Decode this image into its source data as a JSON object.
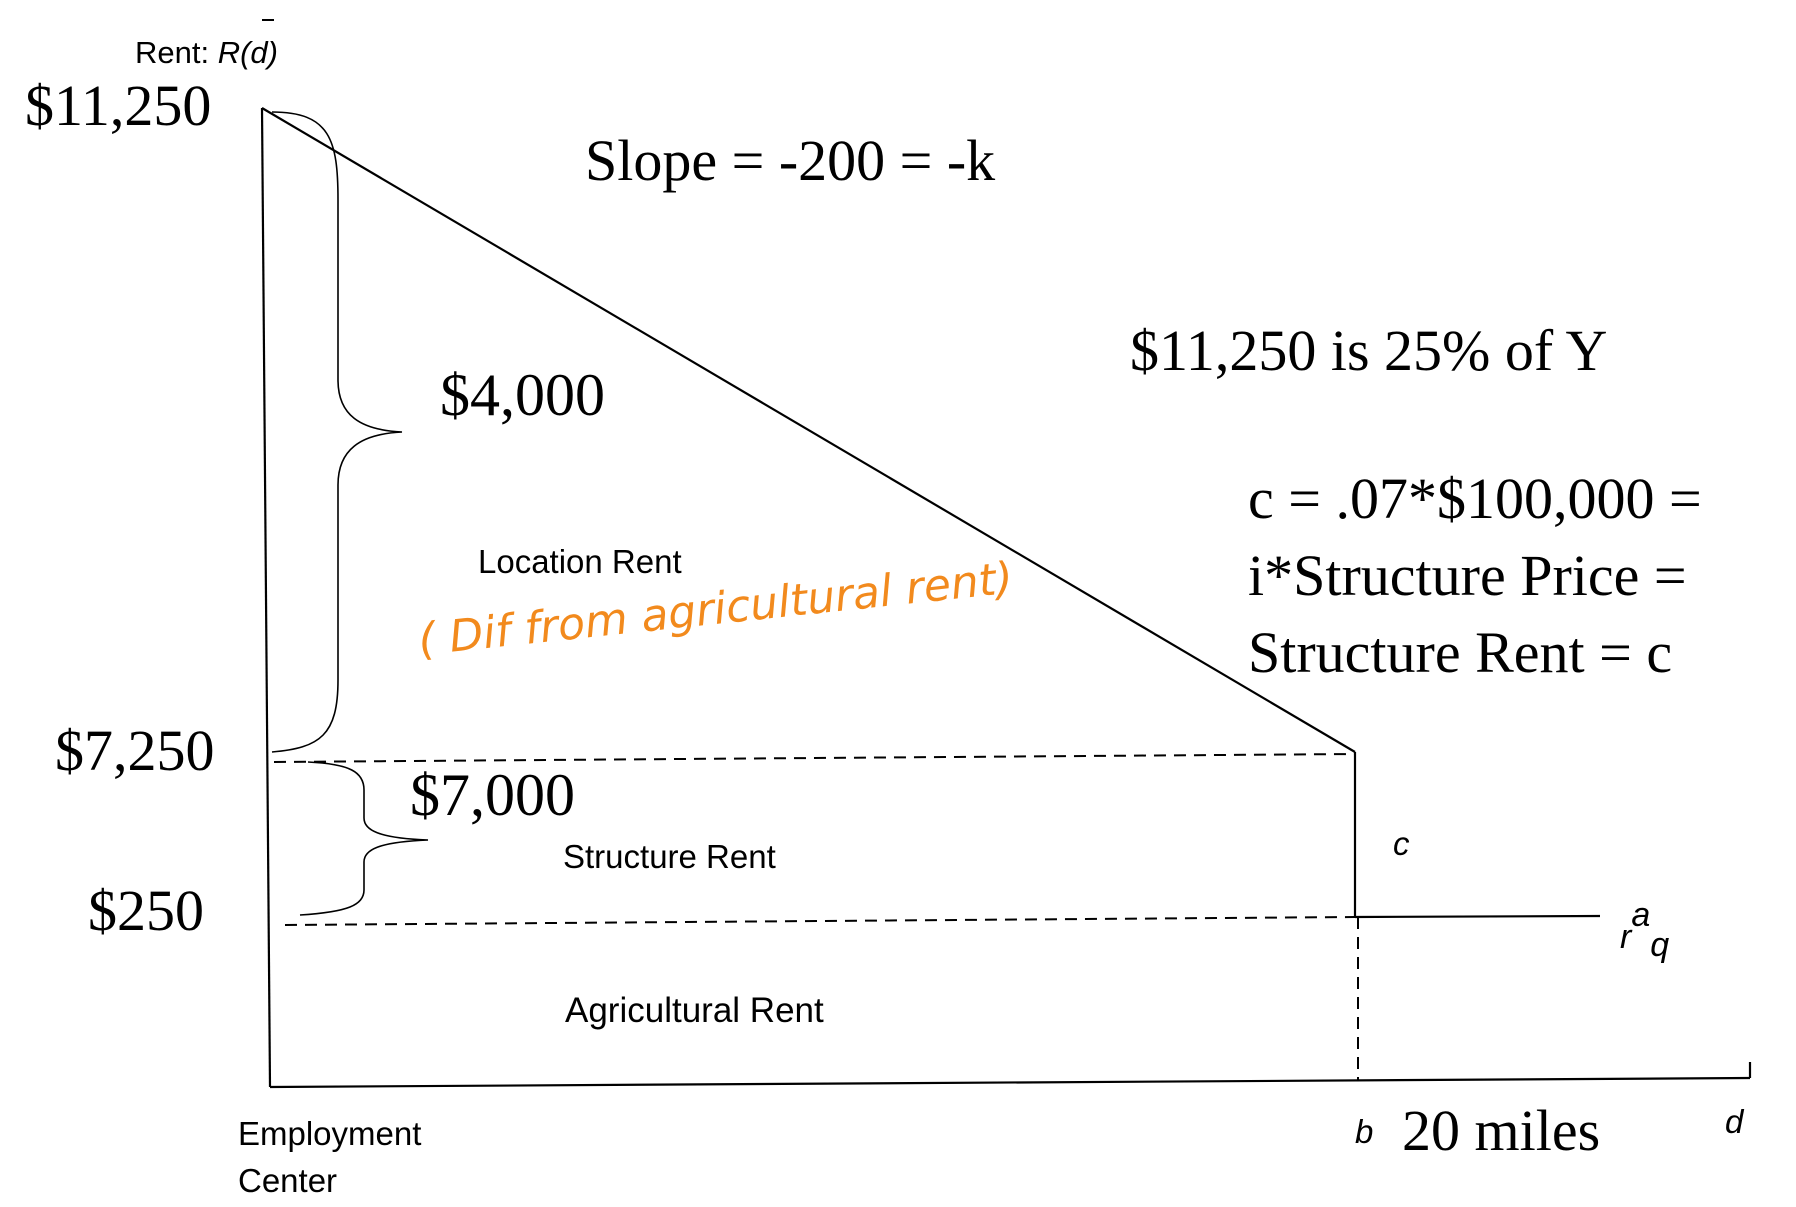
{
  "axis": {
    "y_label_prefix": "Rent: ",
    "y_label_func": "R(d)",
    "x_label": "d",
    "origin_label_line1": "Employment",
    "origin_label_line2": "Center",
    "b_label": "b",
    "b_distance": "20 miles"
  },
  "values": {
    "top_rent": "$11,250",
    "mid_rent": "$7,250",
    "low_rent": "$250",
    "location_rent_amount": "$4,000",
    "structure_rent_amount": "$7,000"
  },
  "areas": {
    "location_rent": "Location Rent",
    "structure_rent": "Structure Rent",
    "agricultural_rent": "Agricultural Rent"
  },
  "annotations": {
    "slope": "Slope = -200 = -k",
    "income_share": "$11,250 is 25% of Y",
    "c_line1": "c = .07*$100,000 =",
    "c_line2": "i*Structure Price =",
    "c_line3": "Structure Rent = c",
    "c_label": "c",
    "ra_base": "r",
    "ra_sup": "a",
    "ra_sub": "q",
    "handwritten_note": "( Dif from agricultural rent)"
  },
  "colors": {
    "handwriting": "#f28a1d",
    "ink": "#000000"
  }
}
